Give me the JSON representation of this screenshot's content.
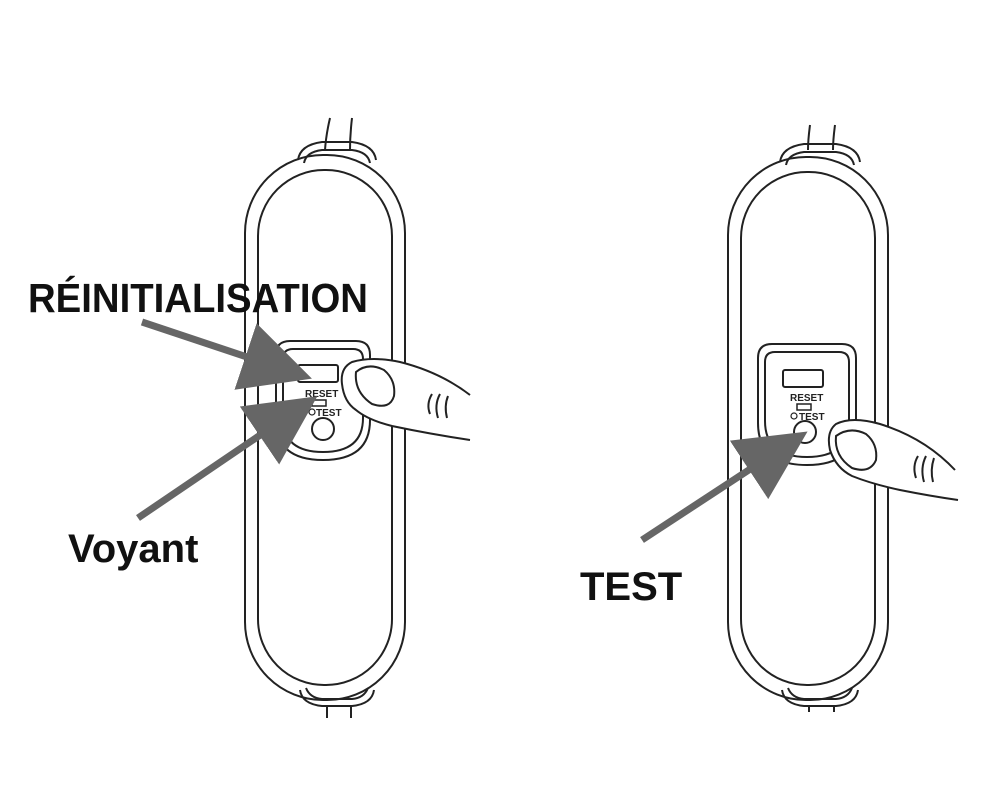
{
  "labels": {
    "reset_callout": "RÉINITIALISATION",
    "light_callout": "Voyant",
    "test_callout": "TEST"
  },
  "device_left": {
    "reset_label": "RESET",
    "test_label": "TEST"
  },
  "device_right": {
    "reset_label": "RESET",
    "test_label": "TEST"
  },
  "colors": {
    "outline": "#222222",
    "arrow": "#666666",
    "background": "#ffffff"
  }
}
